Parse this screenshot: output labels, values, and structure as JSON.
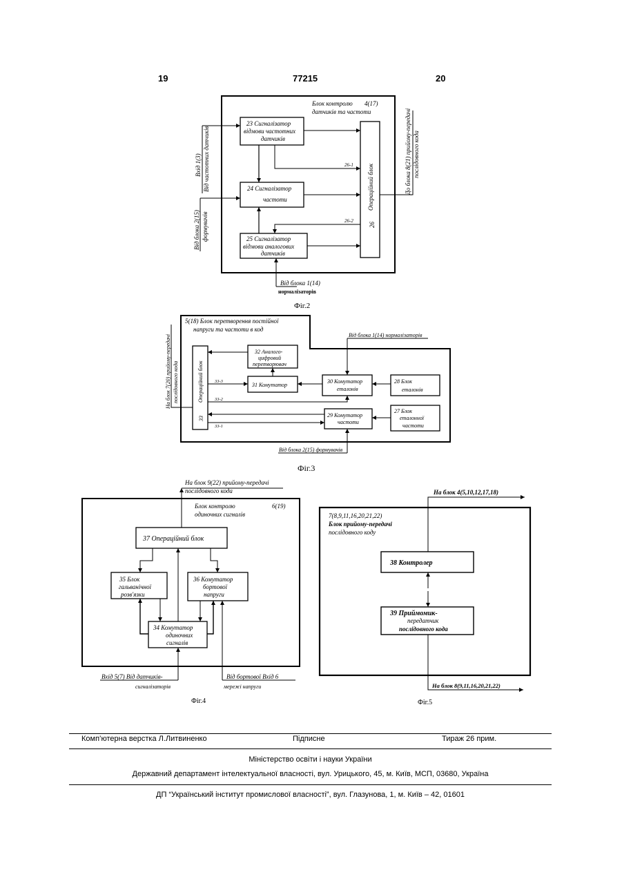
{
  "header": {
    "page_left": "19",
    "patent_no": "77215",
    "page_right": "20"
  },
  "fig2": {
    "caption": "Фіг.2",
    "title": "Блок контролю",
    "title2": "датчиків та частоти",
    "title_num": "4(17)",
    "b23_l1": "23 Сигналізатор",
    "b23_l2": "відмови частотних",
    "b23_l3": "датчиків",
    "b24_l1": "24 Сигналізатор",
    "b24_l2": "частоти",
    "b25_l1": "25 Сигналізатор",
    "b25_l2": "відмови аналогових",
    "b25_l3": "датчиків",
    "b26_label": "Операційний блок",
    "b26_num": "26",
    "l26_1": "26-1",
    "l26_2": "26-2",
    "in_left1_a": "Вхід 1(3)",
    "in_left1_b": "Від частотних датчиків",
    "in_left2_a": "Від блока 2(15)",
    "in_left2_b": "формувачів",
    "out_right_a": "До блока 8(21) прийому-передачі",
    "out_right_b": "послідовного кода",
    "in_bottom_a": "Від блока 1(14)",
    "in_bottom_b": "нормалізаторів"
  },
  "fig3": {
    "caption": "Фіг.3",
    "title1": "5(18)  Блок перетворення постійної",
    "title2": "напруги та частоти в код",
    "b32_l1": "32  Аналого-",
    "b32_l2": "цифровий",
    "b32_l3": "перетворювач",
    "b31": "31  Комутатор",
    "b30_l1": "30  Комутатор",
    "b30_l2": "еталонів",
    "b28_l1": "28    Блок",
    "b28_l2": "еталонів",
    "b29_l1": "29  Комутатор",
    "b29_l2": "частоти",
    "b27_l1": "27    Блок",
    "b27_l2": "еталонної",
    "b27_l3": "частоти",
    "b33_label": "Операційний блок",
    "b33_num": "33",
    "l33_3": "33-3",
    "l33_2": "33-2",
    "l33_1": "33-1",
    "in_top": "Від блока 1(14) нормалізаторів",
    "in_bottom": "Від блока 2(15) формувачів",
    "out_left_a": "На блок 7(20) прийому-передачі",
    "out_left_b": "послідовного кода"
  },
  "fig4": {
    "caption": "Фіг.4",
    "top_a": "На блок 9(22) прийому-передачі",
    "top_b": "послідовного кода",
    "title1": "Блок контролю",
    "title_num": "6(19)",
    "title2": "одиночних сигналів",
    "b37": "37  Операційний блок",
    "b35_l1": "35  Блок",
    "b35_l2": "гальванічної",
    "b35_l3": "розв'язки",
    "b36_l1": "36  Комутатор",
    "b36_l2": "бортової",
    "b36_l3": "напруги",
    "b34_l1": "34  Комутатор",
    "b34_l2": "одиночних",
    "b34_l3": "сигналів",
    "in5_a": "Вхід 5(7)   Від датчиків-",
    "in5_b": "сигналізаторів",
    "in6_a": "Від бортової    Вхід 6",
    "in6_b": "мережі напруги"
  },
  "fig5": {
    "caption": "Фіг.5",
    "top": "На блок 4(5,10,12,17,18)",
    "title1": "7(8,9,11,16,20,21,22)",
    "title2": "Блок прийому-передачі",
    "title3": "послідовного коду",
    "b38": "38        Контролер",
    "b39_l1": "39    Приймомик-",
    "b39_l2": "передатчик",
    "b39_l3": "послідовного кода",
    "bottom": "На блок 8(9,11,16,20,21,22)"
  },
  "footer": {
    "layout": "Комп’ютерна верстка Л.Литвиненко",
    "signed": "Підписне",
    "circulation": "Тираж 26 прим.",
    "ministry": "Міністерство освіти і науки України",
    "department": "Державний департамент інтелектуальної власності, вул. Урицького, 45, м. Київ, МСП, 03680, Україна",
    "institute": "ДП “Український інститут промислової власності”, вул. Глазунова, 1, м. Київ – 42, 01601"
  }
}
